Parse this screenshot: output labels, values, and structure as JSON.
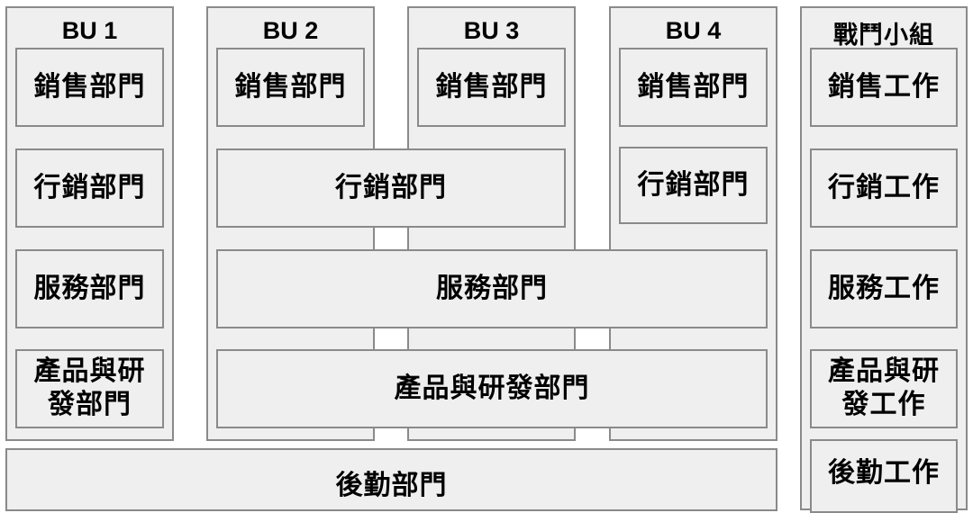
{
  "columns": {
    "bu1": "BU 1",
    "bu2": "BU 2",
    "bu3": "BU 3",
    "bu4": "BU 4",
    "team": "戰鬥小組"
  },
  "departments": {
    "bu1_sales": "銷售部門",
    "bu1_marketing": "行銷部門",
    "bu1_service": "服務部門",
    "bu1_rd_line1": "產品與研",
    "bu1_rd_line2": "發部門",
    "bu2_sales": "銷售部門",
    "bu3_sales": "銷售部門",
    "bu4_sales": "銷售部門",
    "shared_marketing": "行銷部門",
    "bu4_marketing": "行銷部門",
    "shared_service": "服務部門",
    "shared_rd": "產品與研發部門",
    "logistics": "後勤部門"
  },
  "team_tasks": {
    "sales": "銷售工作",
    "marketing": "行銷工作",
    "service": "服務工作",
    "rd_line1": "產品與研",
    "rd_line2": "發工作",
    "logistics": "後勤工作"
  }
}
